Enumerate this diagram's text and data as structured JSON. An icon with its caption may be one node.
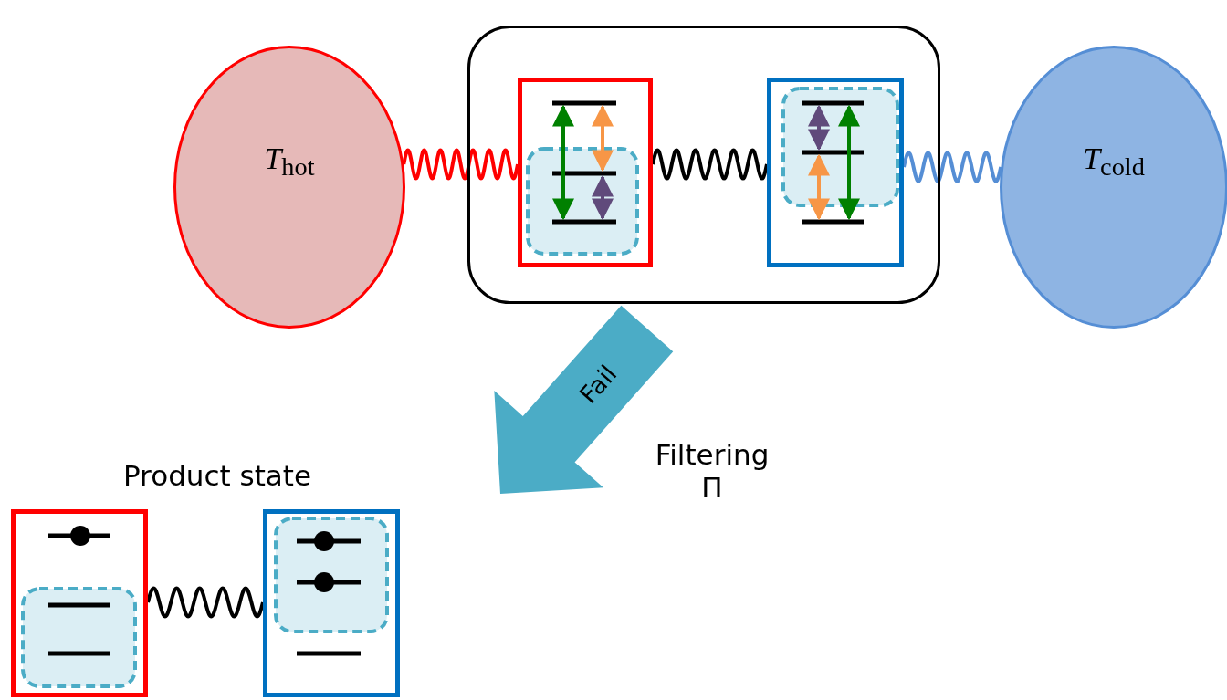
{
  "diagram": {
    "nodes": [
      {
        "text": [
          "*T*$_{hot}$"
        ]
      },
      {
        "text": [],
        "shape": "box"
      },
      {
        "text": [],
        "shape": "box",
        "in": 1
      },
      {
        "text": [],
        "shape": "box",
        "in": 1
      },
      {
        "text": [
          "*T*$_{cold}$"
        ]
      },
      {
        "text": [],
        "shape": "box"
      },
      {
        "text": [],
        "shape": "box"
      }
    ],
    "edges": [
      {
        "from": 0,
        "to": 2,
        "arrow": "none",
        "color": "#ff0000"
      },
      {
        "from": 2,
        "to": 3,
        "arrow": "none"
      },
      {
        "from": 3,
        "to": 4,
        "arrow": "none",
        "color": "#558ed5"
      },
      {
        "from": 1,
        "to": null,
        "arrow": "to",
        "label": "Fail",
        "style": "thick",
        "color": "#4bacc6"
      },
      {
        "from": 5,
        "to": 6,
        "arrow": "none"
      }
    ],
    "labels": [
      "Filtering Π",
      "Product state"
    ]
  }
}
